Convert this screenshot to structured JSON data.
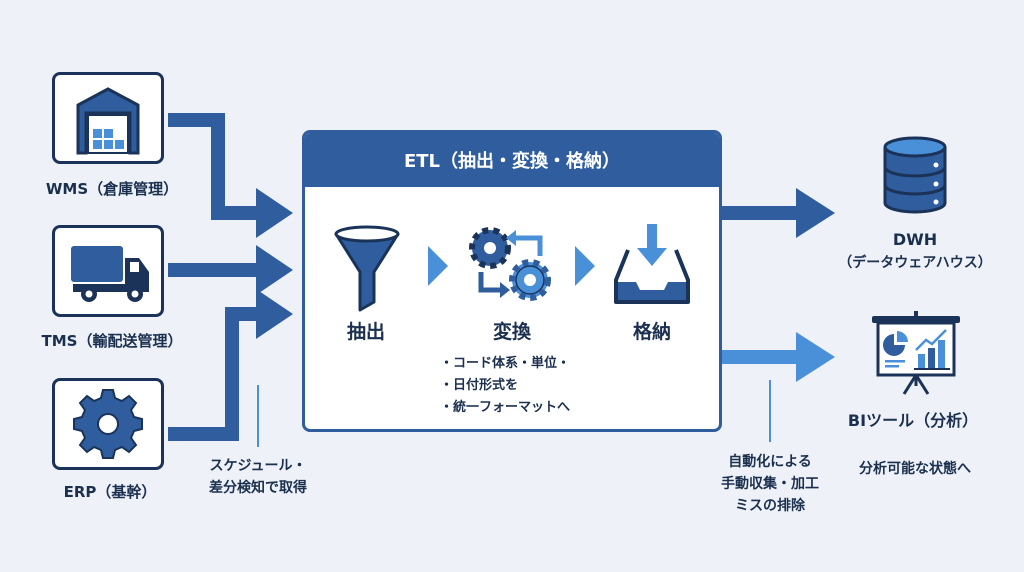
{
  "sources": [
    {
      "label": "WMS（倉庫管理）",
      "icon": "warehouse-icon"
    },
    {
      "label": "TMS（輸配送管理）",
      "icon": "truck-icon"
    },
    {
      "label": "ERP（基幹）",
      "icon": "gear-icon"
    }
  ],
  "ingest_note": [
    "スケジュール・",
    "差分検知で取得"
  ],
  "etl": {
    "title": "ETL（抽出・変換・格納）",
    "steps": [
      {
        "label": "抽出",
        "icon": "funnel-icon"
      },
      {
        "label": "変換",
        "icon": "gears-cycle-icon"
      },
      {
        "label": "格納",
        "icon": "inbox-tray-icon"
      }
    ],
    "transform_bullets": [
      "・コード体系・単位・",
      "・日付形式を",
      "・統一フォーマットへ"
    ]
  },
  "outputs": {
    "dwh": {
      "label": "DWH",
      "sublabel": "（データウェアハウス）",
      "icon": "database-icon"
    },
    "bi": {
      "label": "BIツール（分析）",
      "icon": "presentation-chart-icon",
      "note": "分析可能な状態へ"
    }
  },
  "automation_note": [
    "自動化による",
    "手動収集・加工",
    "ミスの排除"
  ],
  "colors": {
    "dark": "#2f5d9e",
    "navy": "#1b3358",
    "light": "#4a90d9",
    "background": "#eef2f8"
  }
}
